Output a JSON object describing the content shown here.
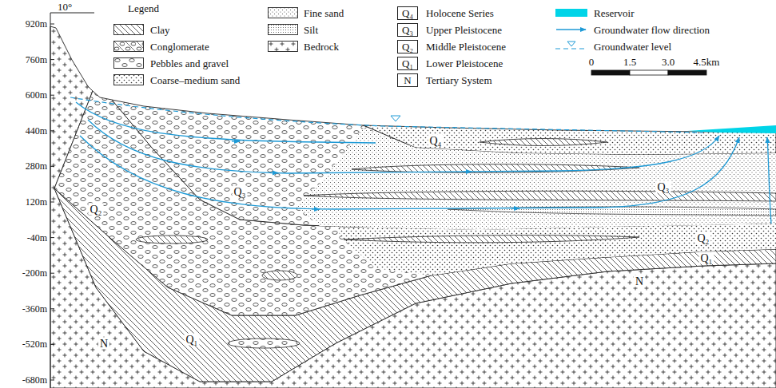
{
  "diagram": {
    "nodes": [
      {
        "text": [
          "Q₄"
        ]
      },
      {
        "text": [
          "Q₃"
        ]
      },
      {
        "text": [
          "Q₂"
        ]
      },
      {
        "text": [
          "Q₁"
        ]
      },
      {
        "text": [
          "N"
        ]
      }
    ],
    "labels": [
      "Legend",
      "10°",
      "920m",
      "760m",
      "600m",
      "440m",
      "280m",
      "120m",
      "-40m",
      "-200m",
      "-360m",
      "-520m",
      "-680m",
      "Q₄",
      "Q₃",
      "Q₃",
      "Q₂",
      "Q₂",
      "Q₁",
      "Q₁",
      "N",
      "N",
      "0",
      "1.5",
      "3.0",
      "4.5km"
    ],
    "legend": [
      {
        "text": "Clay"
      },
      {
        "text": "Conglomerate"
      },
      {
        "text": "Pebbles and gravel"
      },
      {
        "text": "Coarse–medium sand"
      },
      {
        "text": "Fine sand"
      },
      {
        "text": "Silt"
      },
      {
        "text": "Bedrock"
      },
      {
        "text": "Holocene Series"
      },
      {
        "text": "Upper Pleistocene"
      },
      {
        "text": "Middle Pleistocene"
      },
      {
        "text": "Lower Pleistocene"
      },
      {
        "text": "Tertiary System"
      },
      {
        "text": "Reservoir",
        "color": "#00d4e8"
      },
      {
        "text": "Groundwater flow direction"
      },
      {
        "text": "Groundwater level"
      }
    ]
  }
}
